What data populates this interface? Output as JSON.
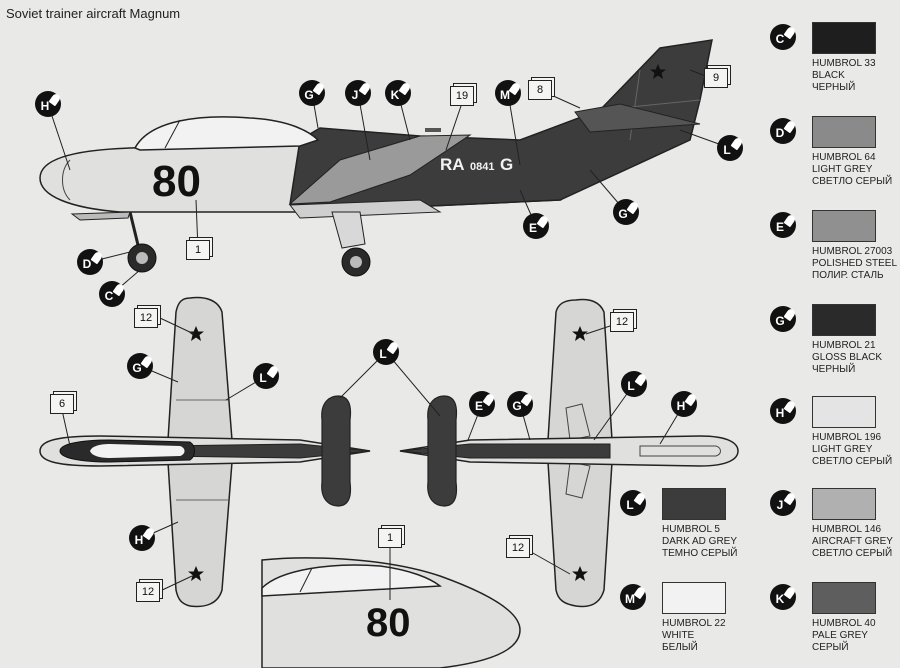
{
  "title": "Soviet trainer aircraft Magnum",
  "nose_number": "80",
  "registration": "RA 0841 G",
  "reg_main": "RA",
  "reg_small": "0841",
  "reg_end": "G",
  "callouts": {
    "c": "C",
    "d": "D",
    "e": "E",
    "g": "G",
    "h": "H",
    "j": "J",
    "k": "K",
    "l": "L",
    "m": "M"
  },
  "decals": {
    "d1": "1",
    "d6": "6",
    "d8": "8",
    "d9": "9",
    "d12": "12",
    "d19": "19"
  },
  "colors": [
    {
      "code": "C",
      "lines": [
        "HUMBROL 33",
        "BLACK",
        "ЧЕРНЫЙ"
      ],
      "hex": "#1e1e1e"
    },
    {
      "code": "D",
      "lines": [
        "HUMBROL 64",
        "LIGHT GREY",
        "СВЕТЛО СЕРЫЙ"
      ],
      "hex": "#8a8a8a"
    },
    {
      "code": "E",
      "lines": [
        "HUMBROL 27003",
        "POLISHED STEEL",
        "ПОЛИР. СТАЛЬ"
      ],
      "hex": "#909090"
    },
    {
      "code": "G",
      "lines": [
        "HUMBROL 21",
        "GLOSS BLACK",
        "ЧЕРНЫЙ"
      ],
      "hex": "#2a2a2a"
    },
    {
      "code": "H",
      "lines": [
        "HUMBROL 196",
        "LIGHT GREY",
        "СВЕТЛО СЕРЫЙ"
      ],
      "hex": "#e4e4e4"
    },
    {
      "code": "J",
      "lines": [
        "HUMBROL 146",
        "AIRCRAFT GREY",
        "СВЕТЛО СЕРЫЙ"
      ],
      "hex": "#b0b0b0"
    },
    {
      "code": "K",
      "lines": [
        "HUMBROL 40",
        "PALE GREY",
        "СЕРЫЙ"
      ],
      "hex": "#5e5e5e"
    },
    {
      "code": "L",
      "lines": [
        "HUMBROL 5",
        "DARK AD GREY",
        "ТЕМНО СЕРЫЙ"
      ],
      "hex": "#3c3c3c"
    },
    {
      "code": "M",
      "lines": [
        "HUMBROL 22",
        "WHITE",
        "БЕЛЫЙ"
      ],
      "hex": "#f2f2f2"
    }
  ]
}
